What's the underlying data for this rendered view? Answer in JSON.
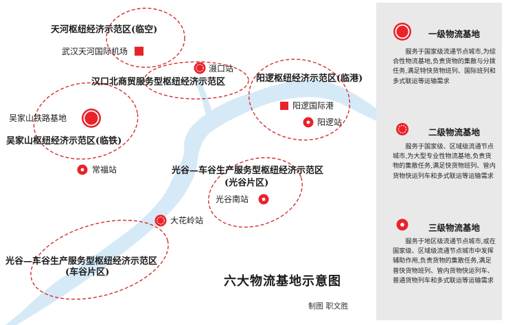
{
  "map": {
    "title": "六大物流基地示意图",
    "credit": "制图 职文胜",
    "colors": {
      "accent": "#e8232a",
      "river": "#d6e9f7",
      "legend_bg": "#e9e9e9"
    },
    "zones": [
      {
        "name": "天河枢纽经济示范区(临空)",
        "lines": [
          "天河枢纽经济示范区(临空)"
        ]
      },
      {
        "name": "汉口北商贸服务型枢纽经济示范区",
        "lines": [
          "汉口北商贸服务型枢纽经济示范区"
        ]
      },
      {
        "name": "阳逻枢纽经济示范区(临港)",
        "lines": [
          "阳逻枢纽经济示范区(临港)"
        ]
      },
      {
        "name": "吴家山枢纽经济示范区(临铁)",
        "lines": [
          "吴家山枢纽经济示范区(临铁)"
        ]
      },
      {
        "name": "光谷—车谷生产服务型枢纽经济示范区(光谷片区)",
        "lines": [
          "光谷—车谷生产服务型枢纽经济示范区",
          "(光谷片区)"
        ]
      },
      {
        "name": "光谷—车谷生产服务型枢纽经济示范区(车谷片区)",
        "lines": [
          "光谷—车谷生产服务型枢纽经济示范区",
          "(车谷片区)"
        ]
      }
    ],
    "places": [
      {
        "name": "武汉天河国际机场",
        "marker": "square-icon"
      },
      {
        "name": "滠口站",
        "marker": "level2-icon"
      },
      {
        "name": "阳逻国际港",
        "marker": "square-icon"
      },
      {
        "name": "阳逻站",
        "marker": "level3-icon"
      },
      {
        "name": "吴家山铁路基地",
        "marker": "level1-icon"
      },
      {
        "name": "常福站",
        "marker": "level3-icon"
      },
      {
        "name": "光谷南站",
        "marker": "level3-icon"
      },
      {
        "name": "大花岭站",
        "marker": "level2-icon"
      }
    ]
  },
  "legend": {
    "items": [
      {
        "level": "一级物流基地",
        "icon": "level1-icon",
        "desc": "服务于国家级流通节点城市,为综合性物流基地,负责货物的集散与分拨任务,满足特快货物班列、国际班列和多式联运等运输需求"
      },
      {
        "level": "二级物流基地",
        "icon": "level2-icon",
        "desc": "服务于国家级、区域级流通节点城市,为大型专业性物流基地,负责货物的集散任务,满足快货物班列、管内货物快运列车和多式联运等运输需求"
      },
      {
        "level": "三级物流基地",
        "icon": "level3-icon",
        "desc": "服务于地区级流通节点城市,或在国家级、区域级流通节点城市中发挥辅助作用,负责货物的集散任务,满足普快货物班列、管内货物快运列车、普通货物列车和多式联运等运输需求"
      }
    ]
  }
}
